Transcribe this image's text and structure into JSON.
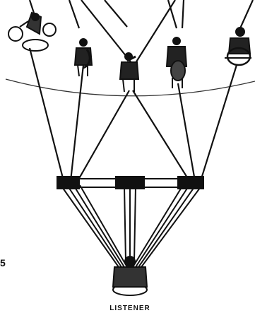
{
  "figure_number": "5",
  "listener_label": "LISTENER",
  "performers": [
    {
      "name": "drummer"
    },
    {
      "name": "saxophonist"
    },
    {
      "name": "trumpeter"
    },
    {
      "name": "guitarist"
    },
    {
      "name": "bassist"
    }
  ],
  "colors": {
    "ink": "#111111",
    "background": "#ffffff"
  }
}
